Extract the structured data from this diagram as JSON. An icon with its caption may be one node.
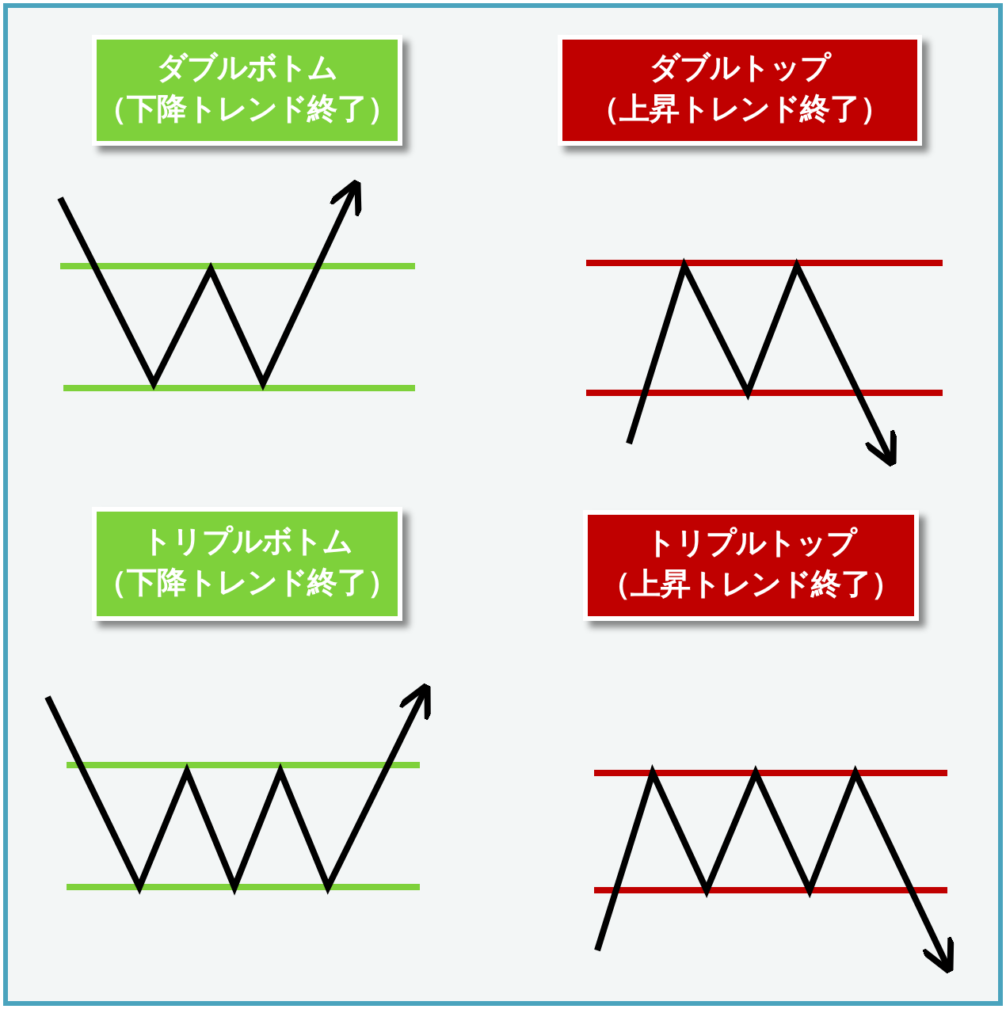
{
  "diagram": {
    "nodes": [
      {
        "text": [
          "ダブルボトム",
          "（下降トレンド終了）"
        ]
      },
      {
        "text": [
          "ダブルトップ",
          "（上昇トレンド終了）"
        ]
      },
      {
        "text": [
          "トリプルボトム",
          "（下降トレンド終了）"
        ]
      },
      {
        "text": [
          "トリプルトップ",
          "（上昇トレンド終了）"
        ]
      }
    ]
  }
}
